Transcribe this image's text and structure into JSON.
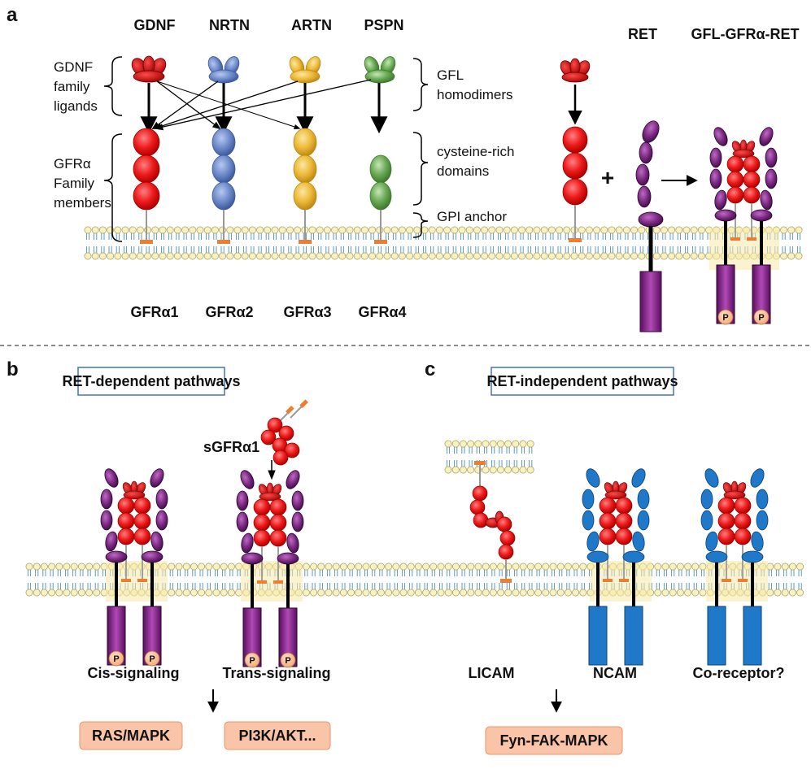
{
  "panels": {
    "a": "a",
    "b": "b",
    "c": "c"
  },
  "panel_a": {
    "ligands": [
      "GDNF",
      "NRTN",
      "ARTN",
      "PSPN"
    ],
    "receptors": [
      "GFRα1",
      "GFRα2",
      "GFRα3",
      "GFRα4"
    ],
    "left_labels": {
      "ligand_group": [
        "GDNF",
        "family",
        "ligands"
      ],
      "receptor_group": [
        "GFRα",
        "Family",
        "members"
      ]
    },
    "right_labels": {
      "homodimers": [
        "GFL",
        "homodimers"
      ],
      "domains": [
        "cysteine-rich",
        "domains"
      ],
      "anchor": "GPI anchor"
    },
    "ret": "RET",
    "complex": "GFL-GFRα-RET",
    "plus": "+"
  },
  "panel_b": {
    "title": "RET-dependent pathways",
    "soluble": "sGFRα1",
    "cis": "Cis-signaling",
    "trans": "Trans-signaling",
    "out1": "RAS/MAPK",
    "out2": "PI3K/AKT..."
  },
  "panel_c": {
    "title": "RET-independent pathways",
    "l1": "LICAM",
    "ncam": "NCAM",
    "co": "Co-receptor?",
    "out": "Fyn-FAK-MAPK"
  },
  "phospho": "P",
  "colors": {
    "gdnf_red": "#c00000",
    "nrtn_blue": "#6a87c9",
    "artn_yellow": "#f2c230",
    "pspn_green": "#8ac27a",
    "ret_purple": "#6b1c6e",
    "ncam_blue": "#1f78c8",
    "membrane_head": "#f8f2c0",
    "anchor_orange": "#ed7d31",
    "pathway_box": "#f9c4a8"
  }
}
